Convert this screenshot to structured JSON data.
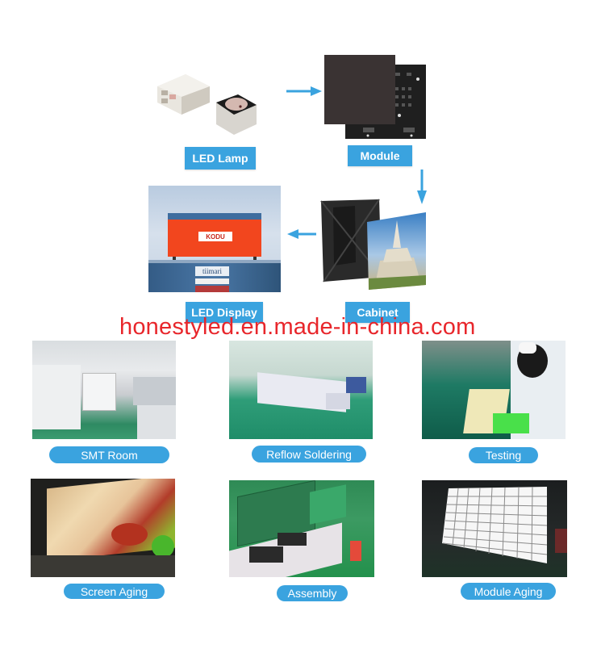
{
  "flow": {
    "title_items": [
      {
        "id": "led-lamp",
        "label": "LED Lamp"
      },
      {
        "id": "module",
        "label": "Module"
      },
      {
        "id": "cabinet",
        "label": "Cabinet"
      },
      {
        "id": "led-display",
        "label": "LED Display"
      }
    ],
    "billboard_brand": "KODU",
    "building_sign": "tiimari",
    "accent_color": "#3aa3df"
  },
  "watermark": {
    "text": "honestyled.en.made-in-china.com",
    "color": "#e8262b"
  },
  "process": {
    "items": [
      {
        "id": "smt-room",
        "label": "SMT Room"
      },
      {
        "id": "reflow-soldering",
        "label": "Reflow Soldering"
      },
      {
        "id": "testing",
        "label": "Testing"
      },
      {
        "id": "screen-aging",
        "label": "Screen Aging"
      },
      {
        "id": "assembly",
        "label": "Assembly"
      },
      {
        "id": "module-aging",
        "label": "Module Aging"
      }
    ]
  },
  "icons": {
    "arrow_right": "arrow-right-icon",
    "arrow_down": "arrow-down-icon",
    "arrow_left": "arrow-left-icon"
  }
}
